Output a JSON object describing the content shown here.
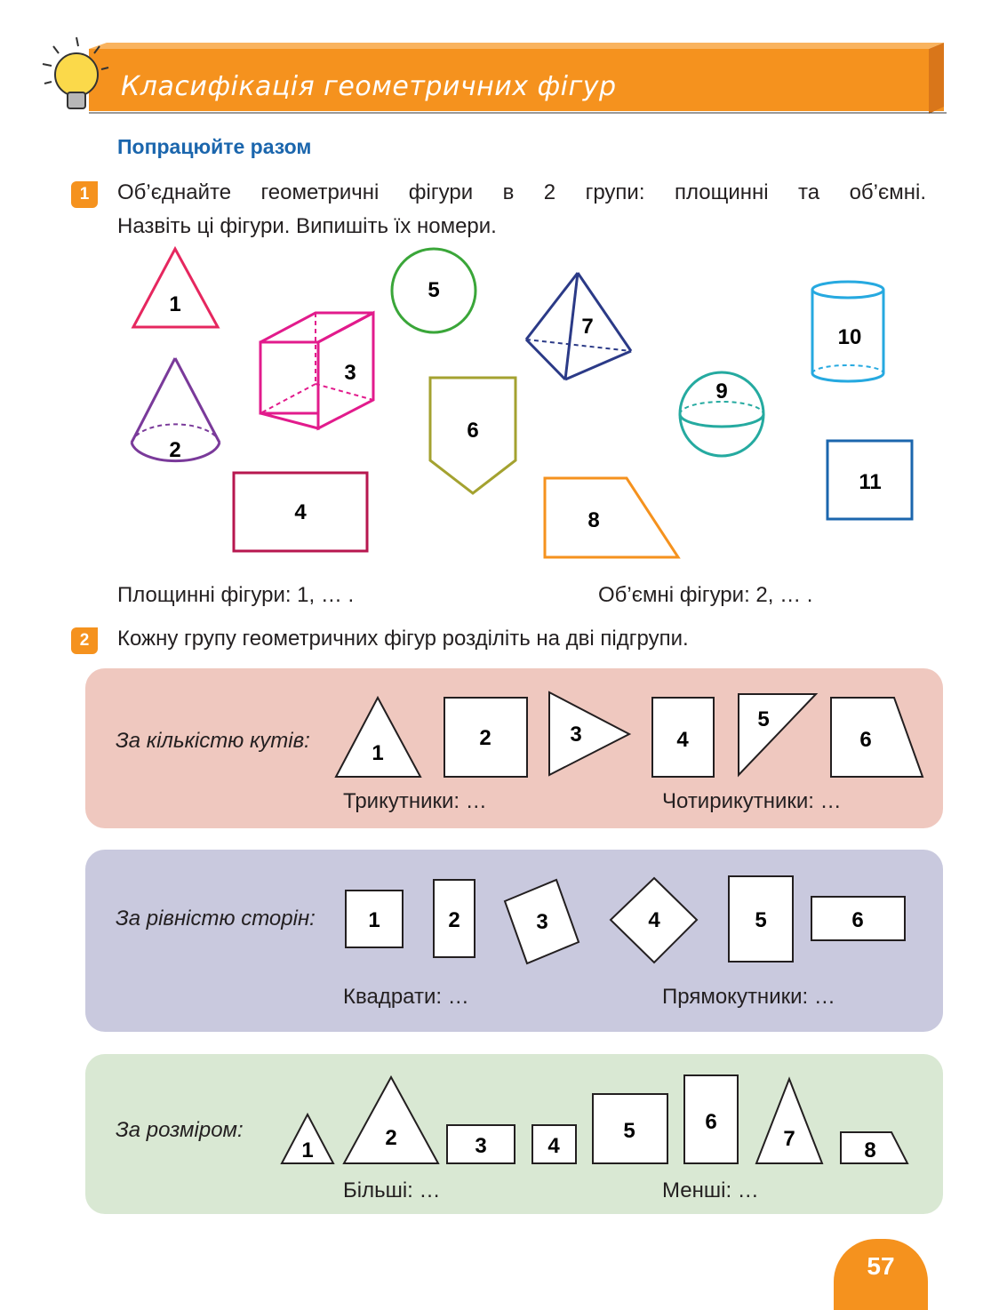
{
  "header": {
    "title": "Класифікація геометричних фігур"
  },
  "subheading": "Попрацюйте разом",
  "task1": {
    "number": "1",
    "text_line1": "Об’єднайте геометричні фігури в 2 групи: площинні та об’ємні.",
    "text_line2": "Назвіть ці фігури. Випишіть їх номери.",
    "shape_numbers": [
      "1",
      "2",
      "3",
      "4",
      "5",
      "6",
      "7",
      "8",
      "9",
      "10",
      "11"
    ],
    "answer_flat": "Площинні фігури: 1, … .",
    "answer_solid": "Об’ємні фігури: 2, … ."
  },
  "task2": {
    "number": "2",
    "text": "Кожну групу геометричних фігур розділіть на дві підгрупи.",
    "panels": [
      {
        "label": "За кількістю кутів:",
        "color": "#efc8bf",
        "shape_numbers": [
          "1",
          "2",
          "3",
          "4",
          "5",
          "6"
        ],
        "group_a": "Трикутники: …",
        "group_b": "Чотирикутники: …"
      },
      {
        "label": "За рівністю сторін:",
        "color": "#c9c9de",
        "shape_numbers": [
          "1",
          "2",
          "3",
          "4",
          "5",
          "6"
        ],
        "group_a": "Квадрати: …",
        "group_b": "Прямокутники: …"
      },
      {
        "label": "За розміром:",
        "color": "#d9e8d3",
        "shape_numbers": [
          "1",
          "2",
          "3",
          "4",
          "5",
          "6",
          "7",
          "8"
        ],
        "group_a": "Більші: …",
        "group_b": "Менші: …"
      }
    ]
  },
  "page_number": "57",
  "colors": {
    "accent_orange": "#f5921e",
    "heading_blue": "#1b66ad"
  }
}
